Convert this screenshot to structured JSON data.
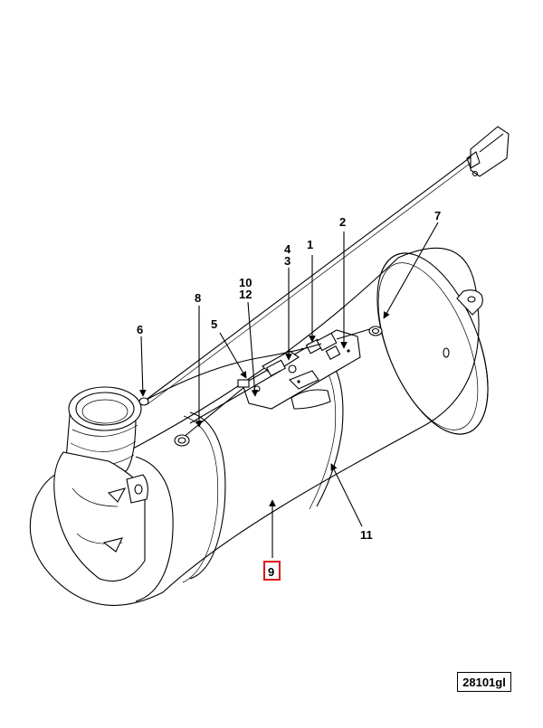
{
  "figure_ref": "28101gl",
  "highlighted_callout": "9",
  "highlight_color": "#e0141e",
  "callouts": [
    {
      "id": "c1",
      "label": "1"
    },
    {
      "id": "c2",
      "label": "2"
    },
    {
      "id": "c3",
      "label": "3"
    },
    {
      "id": "c4",
      "label": "4"
    },
    {
      "id": "c5",
      "label": "5"
    },
    {
      "id": "c6",
      "label": "6"
    },
    {
      "id": "c7",
      "label": "7"
    },
    {
      "id": "c8",
      "label": "8"
    },
    {
      "id": "c9",
      "label": "9"
    },
    {
      "id": "c10",
      "label": "10"
    },
    {
      "id": "c11",
      "label": "11"
    },
    {
      "id": "c12",
      "label": "12"
    }
  ]
}
